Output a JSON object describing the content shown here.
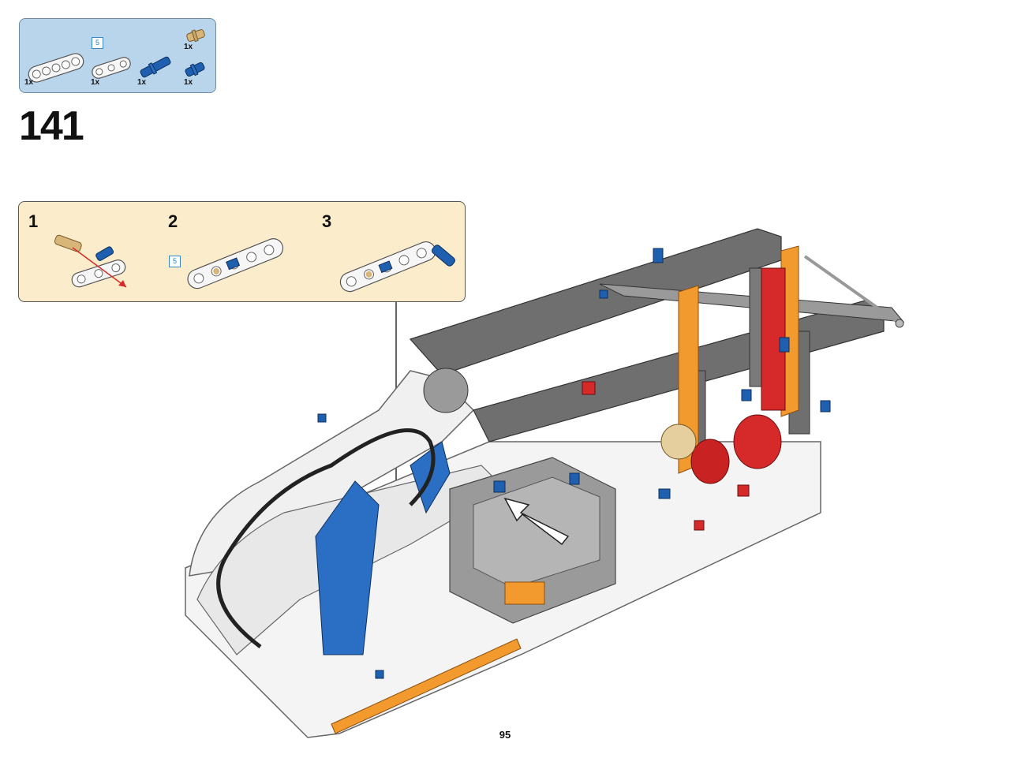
{
  "parts_list": {
    "items": [
      {
        "name": "white-liftarm-5",
        "qty": "1x"
      },
      {
        "name": "white-liftarm-3-thin",
        "qty": "1x"
      },
      {
        "name": "blue-axle-pin",
        "qty": "1x"
      },
      {
        "name": "blue-pin",
        "qty": "1x"
      },
      {
        "name": "tan-pin",
        "qty": "1x"
      }
    ],
    "length_badge": "5"
  },
  "step": {
    "number": "141"
  },
  "substeps": [
    {
      "number": "1"
    },
    {
      "number": "2",
      "length_badge": "5"
    },
    {
      "number": "3"
    }
  ],
  "page": {
    "number": "95"
  },
  "colors": {
    "parts_bg": "#b9d5ec",
    "substep_bg": "#fbeccb",
    "technic_blue": "#1f5fb0",
    "technic_gray": "#7a7a7a",
    "technic_orange": "#f29a2e",
    "technic_red": "#d62a2a"
  }
}
